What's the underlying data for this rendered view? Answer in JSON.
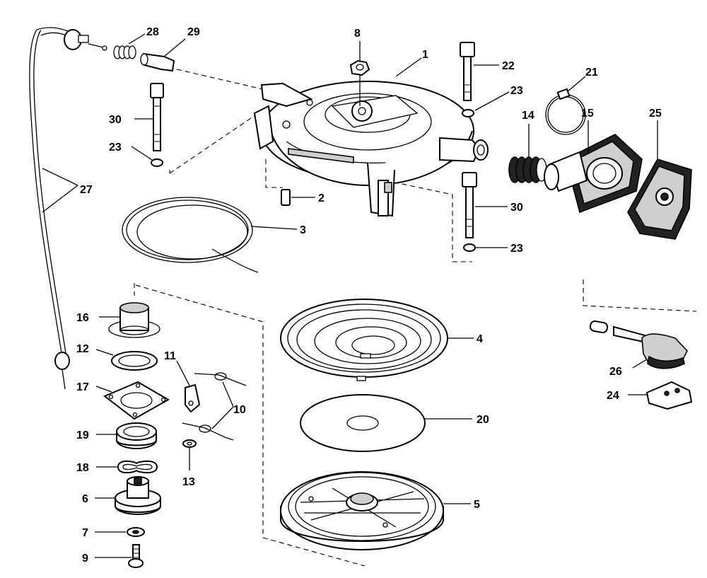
{
  "diagram": {
    "callouts": {
      "p1": "1",
      "p2": "2",
      "p3": "3",
      "p4": "4",
      "p5": "5",
      "p6": "6",
      "p7": "7",
      "p8": "8",
      "p9": "9",
      "p10": "10",
      "p11": "11",
      "p12": "12",
      "p13": "13",
      "p14": "14",
      "p15": "15",
      "p16": "16",
      "p17": "17",
      "p18": "18",
      "p19": "19",
      "p20": "20",
      "p21": "21",
      "p22": "22",
      "p23a": "23",
      "p23b": "23",
      "p23c": "23",
      "p24": "24",
      "p25": "25",
      "p26": "26",
      "p27": "27",
      "p28": "28",
      "p29": "29",
      "p30a": "30",
      "p30b": "30"
    },
    "colors": {
      "ink": "#000000",
      "paper": "#ffffff"
    }
  }
}
